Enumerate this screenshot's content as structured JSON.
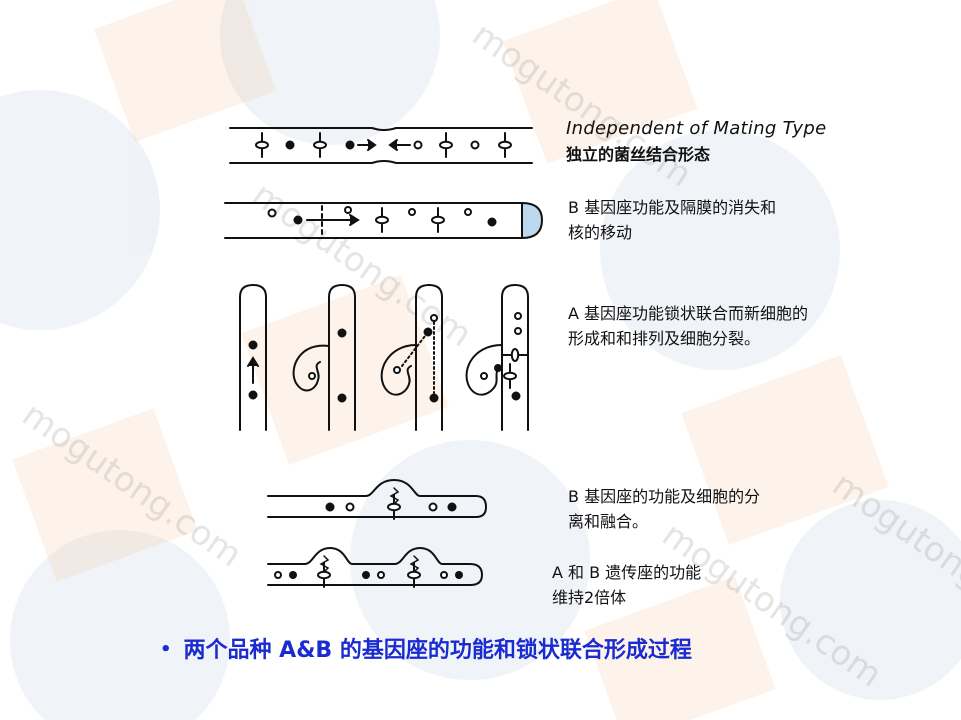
{
  "watermark": {
    "text": "mogutong.com",
    "color": "#f3b27c",
    "circle_color": "#8ea3c9"
  },
  "captions": {
    "title": "Independent of Mating Type",
    "title_cn": "独立的菌丝结合形态",
    "step1_line1": "B  基因座功能及隔膜的消失和",
    "step1_line2": "核的移动",
    "step2_line1": "A  基因座功能锁状联合而新细胞的",
    "step2_line2": "形成和和排列及细胞分裂。",
    "step3_line1": "B  基因座的功能及细胞的分",
    "step3_line2": "离和融合。",
    "step4_line1": "A  和  B  遗传座的功能",
    "step4_line2": "维持2倍体"
  },
  "summary": {
    "bullet": "•",
    "text": "两个品种 A&B 的基因座的功能和锁状联合形成过程"
  },
  "colors": {
    "line": "#111111",
    "accent_blue": "#1a2bd0",
    "cap_fill": "#bcd8ee"
  }
}
